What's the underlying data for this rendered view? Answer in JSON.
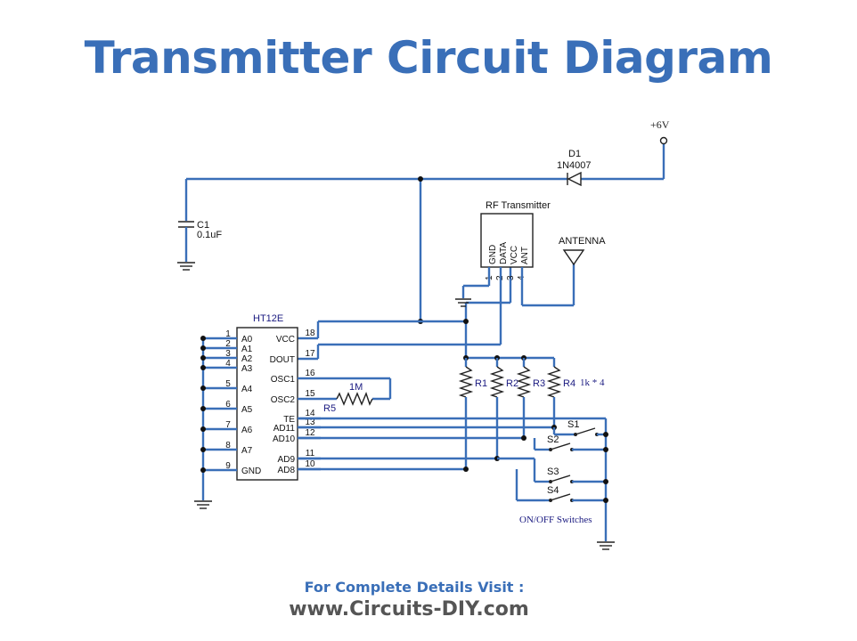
{
  "title": "Transmitter Circuit Diagram",
  "supply": "+6V",
  "diode": {
    "ref": "D1",
    "value": "1N4007"
  },
  "capacitor": {
    "ref": "C1",
    "value": "0.1uF"
  },
  "rf_module": {
    "title": "RF Transmitter",
    "pins": [
      {
        "num": "1",
        "name": "GND"
      },
      {
        "num": "2",
        "name": "DATA"
      },
      {
        "num": "3",
        "name": "VCC"
      },
      {
        "num": "4",
        "name": "ANT"
      }
    ]
  },
  "antenna_label": "ANTENNA",
  "ic": {
    "name": "HT12E",
    "left_pins": [
      {
        "num": "1",
        "name": "A0"
      },
      {
        "num": "2",
        "name": "A1"
      },
      {
        "num": "3",
        "name": "A2"
      },
      {
        "num": "4",
        "name": "A3"
      },
      {
        "num": "5",
        "name": "A4"
      },
      {
        "num": "6",
        "name": "A5"
      },
      {
        "num": "7",
        "name": "A6"
      },
      {
        "num": "8",
        "name": "A7"
      },
      {
        "num": "9",
        "name": "GND"
      }
    ],
    "right_pins": [
      {
        "num": "18",
        "name": "VCC"
      },
      {
        "num": "17",
        "name": "DOUT"
      },
      {
        "num": "16",
        "name": "OSC1"
      },
      {
        "num": "15",
        "name": "OSC2"
      },
      {
        "num": "14",
        "name": "TE"
      },
      {
        "num": "13",
        "name": "AD11"
      },
      {
        "num": "12",
        "name": "AD10"
      },
      {
        "num": "11",
        "name": "AD9"
      },
      {
        "num": "10",
        "name": "AD8"
      }
    ]
  },
  "osc_resistor": {
    "ref": "R5",
    "value": "1M"
  },
  "resistors": [
    "R1",
    "R2",
    "R3",
    "R4"
  ],
  "resistor_value": "1k * 4",
  "switches": [
    "S1",
    "S2",
    "S3",
    "S4"
  ],
  "switches_label": "ON/OFF Switches",
  "footer": {
    "line1": "For Complete Details Visit :",
    "line2": "www.Circuits-DIY.com"
  }
}
